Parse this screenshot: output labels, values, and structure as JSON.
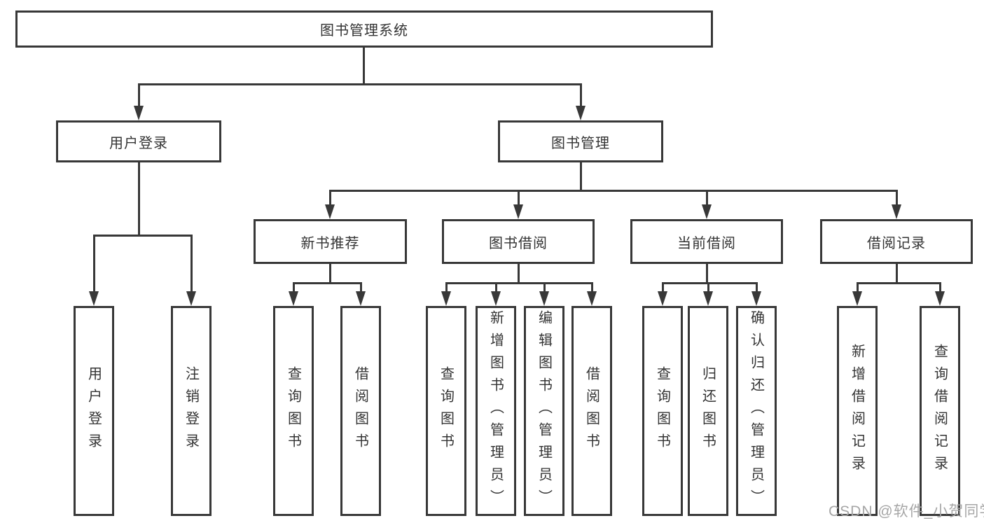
{
  "tree": {
    "label": "图书管理系统",
    "children": [
      {
        "label": "用户登录",
        "children": [
          {
            "label": "用户登录"
          },
          {
            "label": "注销登录"
          }
        ]
      },
      {
        "label": "图书管理",
        "children": [
          {
            "label": "新书推荐",
            "children": [
              {
                "label": "查询图书"
              },
              {
                "label": "借阅图书"
              }
            ]
          },
          {
            "label": "图书借阅",
            "children": [
              {
                "label": "查询图书"
              },
              {
                "label": "新增图书（管理员）"
              },
              {
                "label": "编辑图书（管理员）"
              },
              {
                "label": "借阅图书"
              }
            ]
          },
          {
            "label": "当前借阅",
            "children": [
              {
                "label": "查询图书"
              },
              {
                "label": "归还图书"
              },
              {
                "label": "确认归还（管理员）"
              }
            ]
          },
          {
            "label": "借阅记录",
            "children": [
              {
                "label": "新增借阅记录"
              },
              {
                "label": "查询借阅记录"
              }
            ]
          }
        ]
      }
    ]
  },
  "watermark": {
    "text": "CSDN @软件_小贺同学"
  },
  "colors": {
    "line": "#383838",
    "text": "#333333",
    "watermark": "#a6a6a6",
    "background": "#ffffff"
  }
}
